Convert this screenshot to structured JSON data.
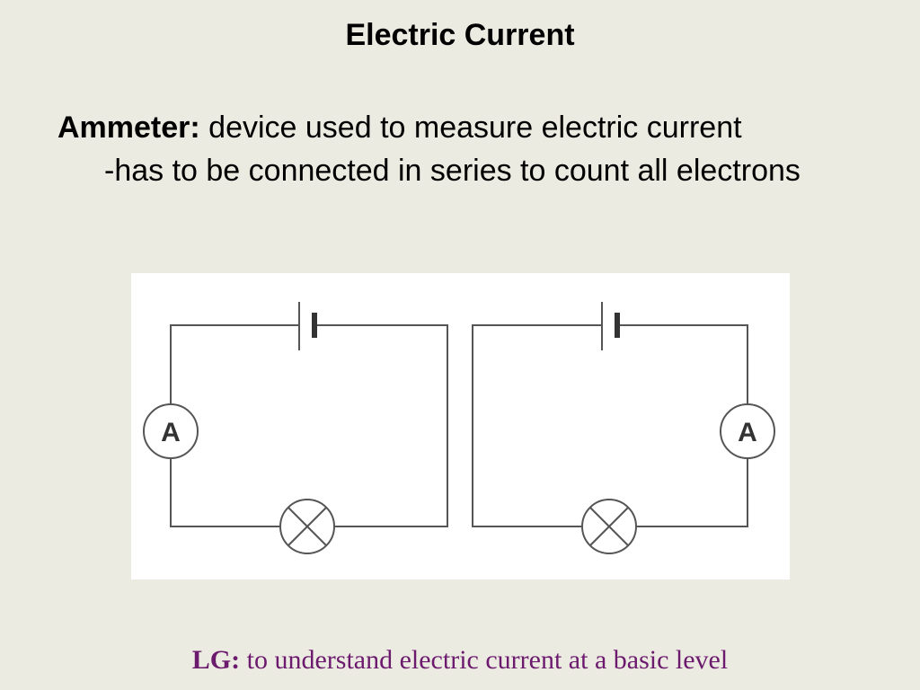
{
  "slide": {
    "title": "Electric Current"
  },
  "definition": {
    "term": "Ammeter:",
    "text": " device used to measure electric current",
    "detail": "-has to be connected in series to count all electrons"
  },
  "diagram": {
    "circuits": [
      {
        "ammeter_label": "A",
        "ammeter_side": "left"
      },
      {
        "ammeter_label": "A",
        "ammeter_side": "right"
      }
    ],
    "wire_color": "#555555"
  },
  "footer": {
    "label": "LG:",
    "text": " to understand electric current at a basic level",
    "color": "#6b1a6e"
  }
}
